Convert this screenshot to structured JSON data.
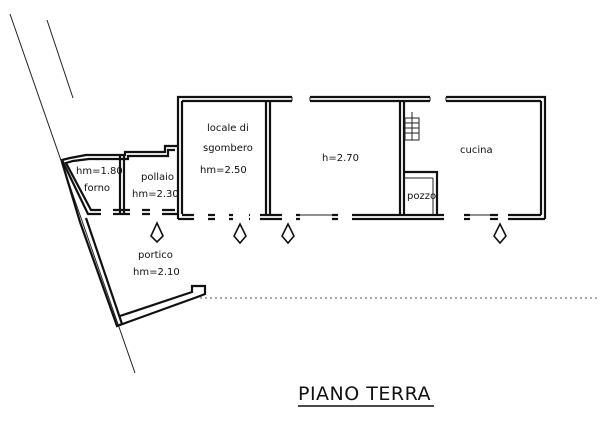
{
  "plan": {
    "caption": "PIANO TERRA",
    "rooms": {
      "forno_height": "hm=1.80",
      "forno_name": "forno",
      "pollaio_name": "pollaio",
      "pollaio_height": "hm=2.30",
      "locale_name_1": "locale di",
      "locale_name_2": "sgombero",
      "locale_height": "hm=2.50",
      "main_height": "h=2.70",
      "cucina_name": "cucina",
      "pozzo_name": "pozzo",
      "portico_name": "portico",
      "portico_height": "hm=2.10"
    }
  }
}
